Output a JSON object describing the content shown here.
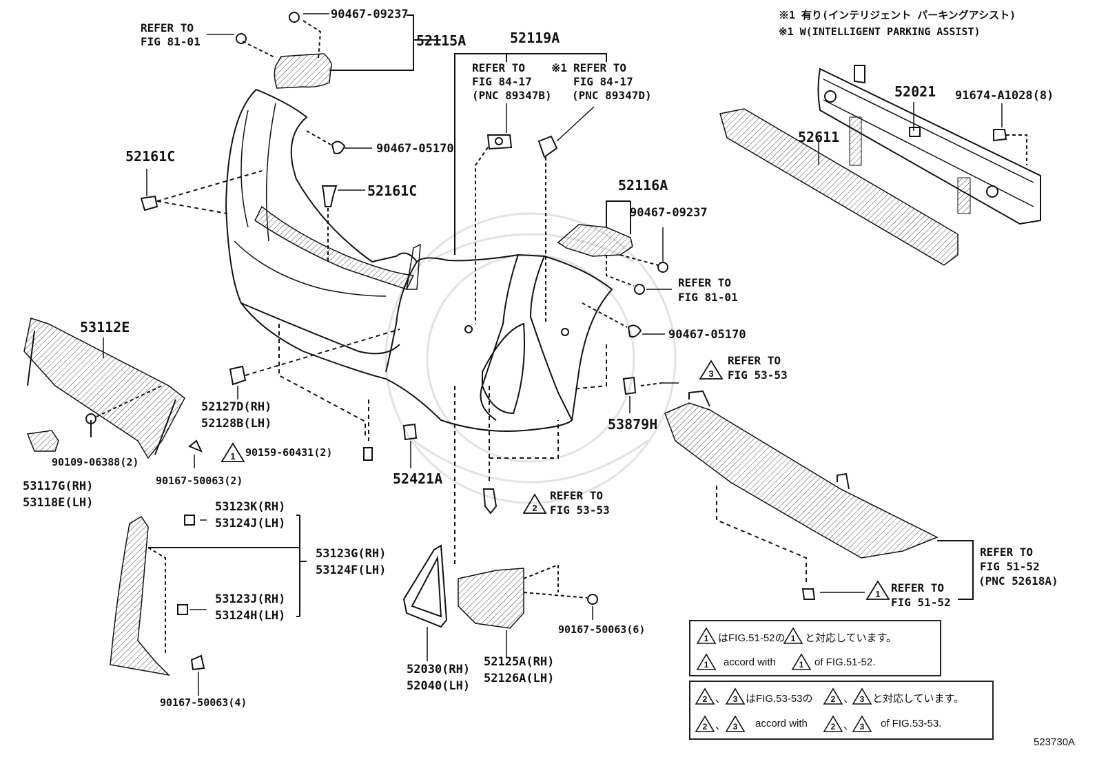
{
  "notes": {
    "jp": "※1 有り(インテリジェント パーキングアシスト)",
    "en": "※1 W(INTELLIGENT PARKING ASSIST)"
  },
  "parts": {
    "p90467_09237_top": "90467-09237",
    "p52115A": "52115A",
    "p52119A": "52119A",
    "p90467_05170_top": "90467-05170",
    "p52161C_left": "52161C",
    "p52161C_mid": "52161C",
    "p52116A": "52116A",
    "p90467_09237_right": "90467-09237",
    "p90467_05170_right": "90467-05170",
    "p52021": "52021",
    "p52611": "52611",
    "p91674": "91674-A1028(8)",
    "p53112E": "53112E",
    "p52127D": "52127D(RH)",
    "p52128B": "52128B(LH)",
    "p90109": "90109-06388(2)",
    "p53117G": "53117G(RH)",
    "p53118E": "53118E(LH)",
    "p90167_2": "90167-50063(2)",
    "p90159": "90159-60431(2)",
    "p52421A": "52421A",
    "p53879H": "53879H",
    "p53123K": "53123K(RH)",
    "p53124J": "53124J(LH)",
    "p53123G": "53123G(RH)",
    "p53124F": "53124F(LH)",
    "p53123J": "53123J(RH)",
    "p53124H": "53124H(LH)",
    "p90167_4": "90167-50063(4)",
    "p52030": "52030(RH)",
    "p52040": "52040(LH)",
    "p52125A": "52125A(RH)",
    "p52126A": "52126A(LH)",
    "p90167_6": "90167-50063(6)"
  },
  "refs": {
    "r_fig81_tl_1": "REFER TO",
    "r_fig81_tl_2": "FIG 81-01",
    "r_8417_a_1": "REFER TO",
    "r_8417_a_2": "FIG 84-17",
    "r_8417_a_3": "(PNC 89347B)",
    "r_8417_b_0": "※1",
    "r_8417_b_1": "REFER TO",
    "r_8417_b_2": "FIG 84-17",
    "r_8417_b_3": "(PNC 89347D)",
    "r_fig81_r_1": "REFER TO",
    "r_fig81_r_2": "FIG 81-01",
    "r_5353_a_1": "REFER TO",
    "r_5353_a_2": "FIG 53-53",
    "r_5353_b_1": "REFER TO",
    "r_5353_b_2": "FIG 53-53",
    "r_5152_a_1": "REFER TO",
    "r_5152_a_2": "FIG 51-52",
    "r_5152_a_3": "(PNC 52618A)",
    "r_5152_b_1": "REFER TO",
    "r_5152_b_2": "FIG 51-52"
  },
  "markers": {
    "m1": "1",
    "m2": "2",
    "m3": "3"
  },
  "legend": {
    "box1_line1_a": "はFIG.51-52の",
    "box1_line1_b": "と対応しています。",
    "box1_line2_a": "accord with",
    "box1_line2_b": "of FIG.51-52.",
    "box2_line1_a": "、",
    "box2_line1_b": "はFIG.53-53の",
    "box2_line1_c": "、",
    "box2_line1_d": "と対応しています。",
    "box2_line2_a": "、",
    "box2_line2_b": "accord with",
    "box2_line2_c": "、",
    "box2_line2_d": "of FIG.53-53."
  },
  "figure_id": "523730A"
}
